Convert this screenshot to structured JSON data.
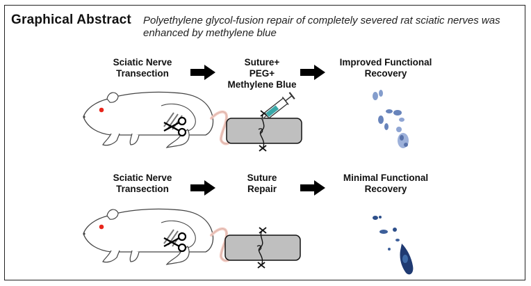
{
  "header": {
    "title": "Graphical Abstract",
    "subtitle": "Polyethylene glycol-fusion repair of completely severed rat sciatic nerves was enhanced by methylene blue"
  },
  "rows": [
    {
      "step1": [
        "Sciatic Nerve",
        "Transection"
      ],
      "step2": [
        "Suture+",
        "PEG+",
        "Methylene Blue"
      ],
      "outcome": [
        "Improved Functional",
        "Recovery"
      ]
    },
    {
      "step1": [
        "Sciatic Nerve",
        "Transection"
      ],
      "step2": [
        "Suture",
        "Repair"
      ],
      "outcome": [
        "Minimal Functional",
        "Recovery"
      ]
    }
  ],
  "colors": {
    "nerve_fill": "#bfbfbf",
    "arrow": "#000000",
    "rat_eye": "#e8261c",
    "rat_tail": "#f1c9c0",
    "footprint": "#4e6fb0",
    "syringe_liquid": "#3aa8a8"
  },
  "icons": [
    "rat-icon",
    "scissors-icon",
    "syringe-icon",
    "suture-stitch-icon",
    "footprint-icon"
  ]
}
